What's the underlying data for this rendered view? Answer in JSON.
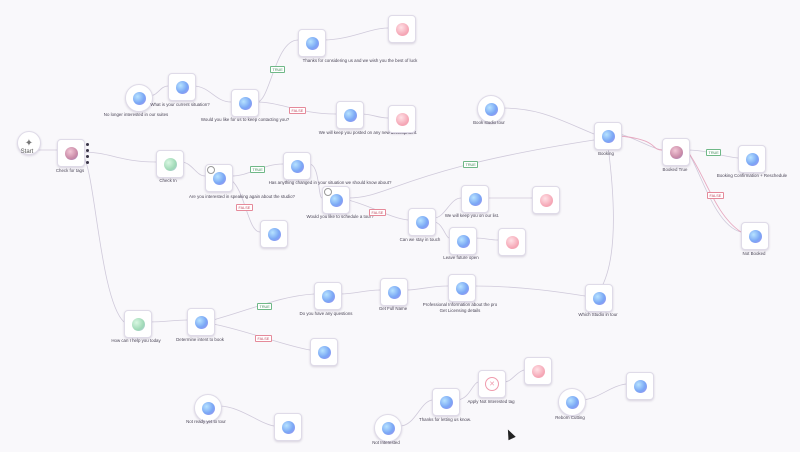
{
  "start": "Start",
  "labels": {
    "no_longer_interested": "No longer interested in our suites",
    "current_situation": "What is your current situation?",
    "keep_contacting": "Would you like for us to keep contacting you?",
    "thanks_considering": "Thanks for considering us and we wish you the best of luck",
    "keep_posted": "We will keep you posted on any new development.",
    "check_for_tags": "Check for tags",
    "check_in": "Check In",
    "interested_again": "Are you interested in speaking again about the studio?",
    "situation_changed": "Has anything changed in your situation we should know about?",
    "schedule_tour": "Would you like to schedule a tour?",
    "keep_you_on_list": "We will keep you on our list.",
    "stay_in_touch": "Can we stay in touch",
    "leave_future_open": "Leave future open",
    "book_studio_tour": "Book studio tour",
    "booking": "Booking",
    "booked_true": "Booked True",
    "booking_confirmation": "Booking Confirmation + Reschedule",
    "not_booked": "Not Booked",
    "how_can_i_help": "How can I help you today",
    "determine_intent": "Determine intent to book",
    "any_questions": "Do you have any questions",
    "get_full_name": "Get Full Name",
    "professional_info": "Professional Information about the pro",
    "get_licensing": "Get Licensing details",
    "which_studio": "Which Studio in tour",
    "not_ready": "Not ready yet to tour",
    "not_interested": "Not Interested",
    "thanks_letting": "Thanks for letting us know.",
    "apply_not_interested": "Apply Not Interested tag",
    "reborn_cutting": "Reborn Cutting"
  },
  "tags": {
    "true": "TRUE",
    "false": "FALSE"
  },
  "colors": {
    "edge": "#cfc9da",
    "edge_pink": "#e7a9c0",
    "true_border": "#6fb887",
    "false_border": "#e58a9a"
  }
}
